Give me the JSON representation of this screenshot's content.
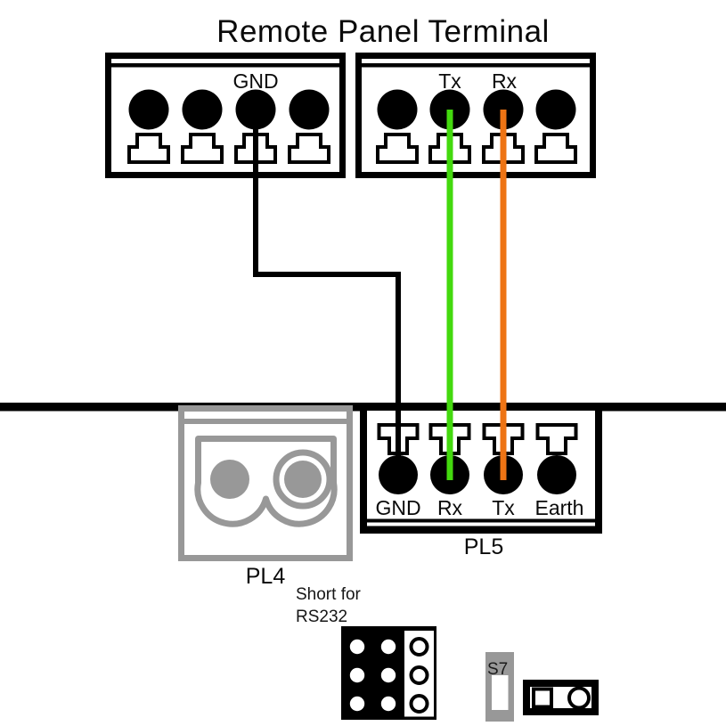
{
  "title": "Remote Panel Terminal",
  "remote_panel": {
    "left_block": {
      "gnd_label": "GND"
    },
    "right_block": {
      "tx_label": "Tx",
      "rx_label": "Rx"
    }
  },
  "board": {
    "pl4_label": "PL4",
    "pl5_label": "PL5",
    "pl5_terminals": [
      "GND",
      "Rx",
      "Tx",
      "Earth"
    ],
    "jumper_caption": [
      "Short for",
      "RS232"
    ],
    "s7_label": "S7"
  },
  "colors": {
    "wire_black": "#000000",
    "wire_green": "#43d90e",
    "wire_orange": "#ee7414",
    "connector_gray": "#989898"
  }
}
